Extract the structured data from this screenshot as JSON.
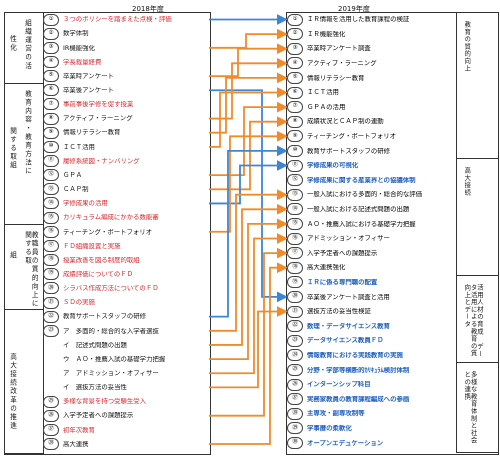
{
  "header": {
    "left_year": "2018年度",
    "right_year": "2019年度"
  },
  "left_groups": [
    {
      "label": "性化",
      "sub": "組織運営の活",
      "rows": [
        1,
        5
      ]
    },
    {
      "label": "関する取組",
      "sub": "教育内容・教育方法に",
      "rows": [
        6,
        15
      ]
    },
    {
      "label": "組",
      "sub": "教職員の質的向上に関する取",
      "rows": [
        16,
        21
      ]
    },
    {
      "label": "高大接続改革の推進",
      "sub": "",
      "rows": [
        22,
        28
      ]
    }
  ],
  "left_items": [
    {
      "n": "①",
      "t": "３つのポリシーを踏まえた点検・評価",
      "c": "red"
    },
    {
      "n": "②",
      "t": "数学体制",
      "c": "black"
    },
    {
      "n": "③",
      "t": "IR機能強化",
      "c": "black"
    },
    {
      "n": "④",
      "t": "学長裁量経費",
      "c": "red"
    },
    {
      "n": "⑤",
      "t": "卒業時アンケート",
      "c": "black"
    },
    {
      "n": "⑥",
      "t": "卒業後アンケート",
      "c": "black"
    },
    {
      "n": "⑦",
      "t": "事前事後学修を促す授業",
      "c": "red"
    },
    {
      "n": "⑧",
      "t": "アクティブ・ラーニング",
      "c": "black"
    },
    {
      "n": "⑨",
      "t": "情報リテラシー教育",
      "c": "black"
    },
    {
      "n": "⑩",
      "t": "ＩＣＴ活用",
      "c": "black"
    },
    {
      "n": "⑪",
      "t": "履修系統図・ナンバリング",
      "c": "red"
    },
    {
      "n": "⑫",
      "t": "ＧＰＡ",
      "c": "black"
    },
    {
      "n": "⑬",
      "t": "ＣＡＰ制",
      "c": "black"
    },
    {
      "n": "⑭",
      "t": "学修成果の活用",
      "c": "red"
    },
    {
      "n": "⑮",
      "t": "カリキュラム編成にかかる数能審",
      "c": "red"
    },
    {
      "n": "⑯",
      "t": "ティーチング・ポートフォリオ",
      "c": "black"
    },
    {
      "n": "⑰",
      "t": "ＦＤ組織設置と実施",
      "c": "red"
    },
    {
      "n": "⑱",
      "t": "授業改善を図る制度的取組",
      "c": "red"
    },
    {
      "n": "⑲",
      "t": "成績評価についてのＦＤ",
      "c": "red"
    },
    {
      "n": "⑳",
      "t": "シラバス作成方法についてのＦＤ",
      "c": "red"
    },
    {
      "n": "㉑",
      "t": "ＳＤの実施",
      "c": "red"
    },
    {
      "n": "㉒",
      "t": "教育サポートスタッフの研修",
      "c": "black"
    },
    {
      "n": "㉓",
      "t": "ア　多面的・総合的な入学者選抜",
      "c": "black"
    },
    {
      "n": "",
      "t": "イ　記述式問題の出題",
      "c": "black"
    },
    {
      "n": "",
      "t": "ウ　ＡＯ・推薦入試の基礎学力把握",
      "c": "black"
    },
    {
      "n": "",
      "t": "ア　アドミッション・オフィサー",
      "c": "black"
    },
    {
      "n": "",
      "t": "イ　選抜方法の妥当性",
      "c": "black"
    },
    {
      "n": "㉕",
      "t": "多様な背景を持つ受験生受入",
      "c": "red"
    },
    {
      "n": "㉖",
      "t": "入学予定者への課題提示",
      "c": "black"
    },
    {
      "n": "㉗",
      "t": "初年次教育",
      "c": "red"
    },
    {
      "n": "㉘",
      "t": "高大連携",
      "c": "black"
    }
  ],
  "right_items": [
    {
      "n": "①",
      "t": "ＩＲ情報を活用した教育課程の検証",
      "c": "black"
    },
    {
      "n": "②",
      "t": "ＩＲ機能強化",
      "c": "black"
    },
    {
      "n": "③",
      "t": "卒業時アンケート調査",
      "c": "black"
    },
    {
      "n": "④",
      "t": "アクティブ・ラーニング",
      "c": "black"
    },
    {
      "n": "⑤",
      "t": "情報リテラシー教育",
      "c": "black"
    },
    {
      "n": "⑥",
      "t": "ＩＣＴ活用",
      "c": "black"
    },
    {
      "n": "⑦",
      "t": "ＧＰＡの活用",
      "c": "black"
    },
    {
      "n": "⑧",
      "t": "成績状況とＣＡＰ制の連動",
      "c": "black"
    },
    {
      "n": "⑨",
      "t": "ティーチング・ポートフォリオ",
      "c": "black"
    },
    {
      "n": "⑩",
      "t": "教育サポートスタッフの研修",
      "c": "black"
    },
    {
      "n": "⑪",
      "t": "学修成果の可視化",
      "c": "blue"
    },
    {
      "n": "⑫",
      "t": "学修成果に関する産業界との協議体制",
      "c": "blue"
    },
    {
      "n": "⑬",
      "t": "一般入試における多面的・総合的な評価",
      "c": "black"
    },
    {
      "n": "⑭",
      "t": "一般入試における記述式問題の出題",
      "c": "black"
    },
    {
      "n": "⑮",
      "t": "ＡＯ・推薦入試における基礎学力把握",
      "c": "black"
    },
    {
      "n": "⑯",
      "t": "アドミッション・オフィサー",
      "c": "black"
    },
    {
      "n": "⑰",
      "t": "入学予定者への課題提示",
      "c": "black"
    },
    {
      "n": "⑱",
      "t": "高大連携強化",
      "c": "black"
    },
    {
      "n": "⑲",
      "t": "ＩＲに係る専門職の配置",
      "c": "blue"
    },
    {
      "n": "⑳",
      "t": "卒業後アンケート調査と活用",
      "c": "black"
    },
    {
      "n": "㉑",
      "t": "選抜方法の妥当性検証",
      "c": "black"
    },
    {
      "n": "㉒",
      "t": "数理・データサイエンス教育",
      "c": "blue"
    },
    {
      "n": "㉓",
      "t": "データサイエンス教員ＦＤ",
      "c": "blue"
    },
    {
      "n": "㉔",
      "t": "情報教育における実践教育の実施",
      "c": "blue"
    },
    {
      "n": "㉕",
      "t": "分野・学部等横断的ｶﾘｷｭﾗﾑ検討体制",
      "c": "blue"
    },
    {
      "n": "㉖",
      "t": "インターンシップ科目",
      "c": "blue"
    },
    {
      "n": "㉗",
      "t": "実務家教員の教育課程編成への参画",
      "c": "blue"
    },
    {
      "n": "㉘",
      "t": "主専攻・副専攻制等",
      "c": "blue"
    },
    {
      "n": "㉙",
      "t": "学事暦の柔軟化",
      "c": "blue"
    },
    {
      "n": "㉚",
      "t": "オープンエデュケーション",
      "c": "blue"
    }
  ],
  "right_groups": [
    {
      "label": "教育の質的向上",
      "rows": [
        1,
        10
      ]
    },
    {
      "label": "高大接続",
      "rows": [
        11,
        18
      ]
    },
    {
      "label": "活用人材の育成 データ活用による教育の質向上とデータ",
      "rows": [
        19,
        24
      ]
    },
    {
      "label": "多様な教育体制と社会との連携",
      "rows": [
        25,
        30
      ]
    }
  ],
  "colors": {
    "orange": "#f08a2a",
    "blue": "#3d86d6",
    "red": "#d8262a",
    "textblue": "#1e5fbf"
  }
}
